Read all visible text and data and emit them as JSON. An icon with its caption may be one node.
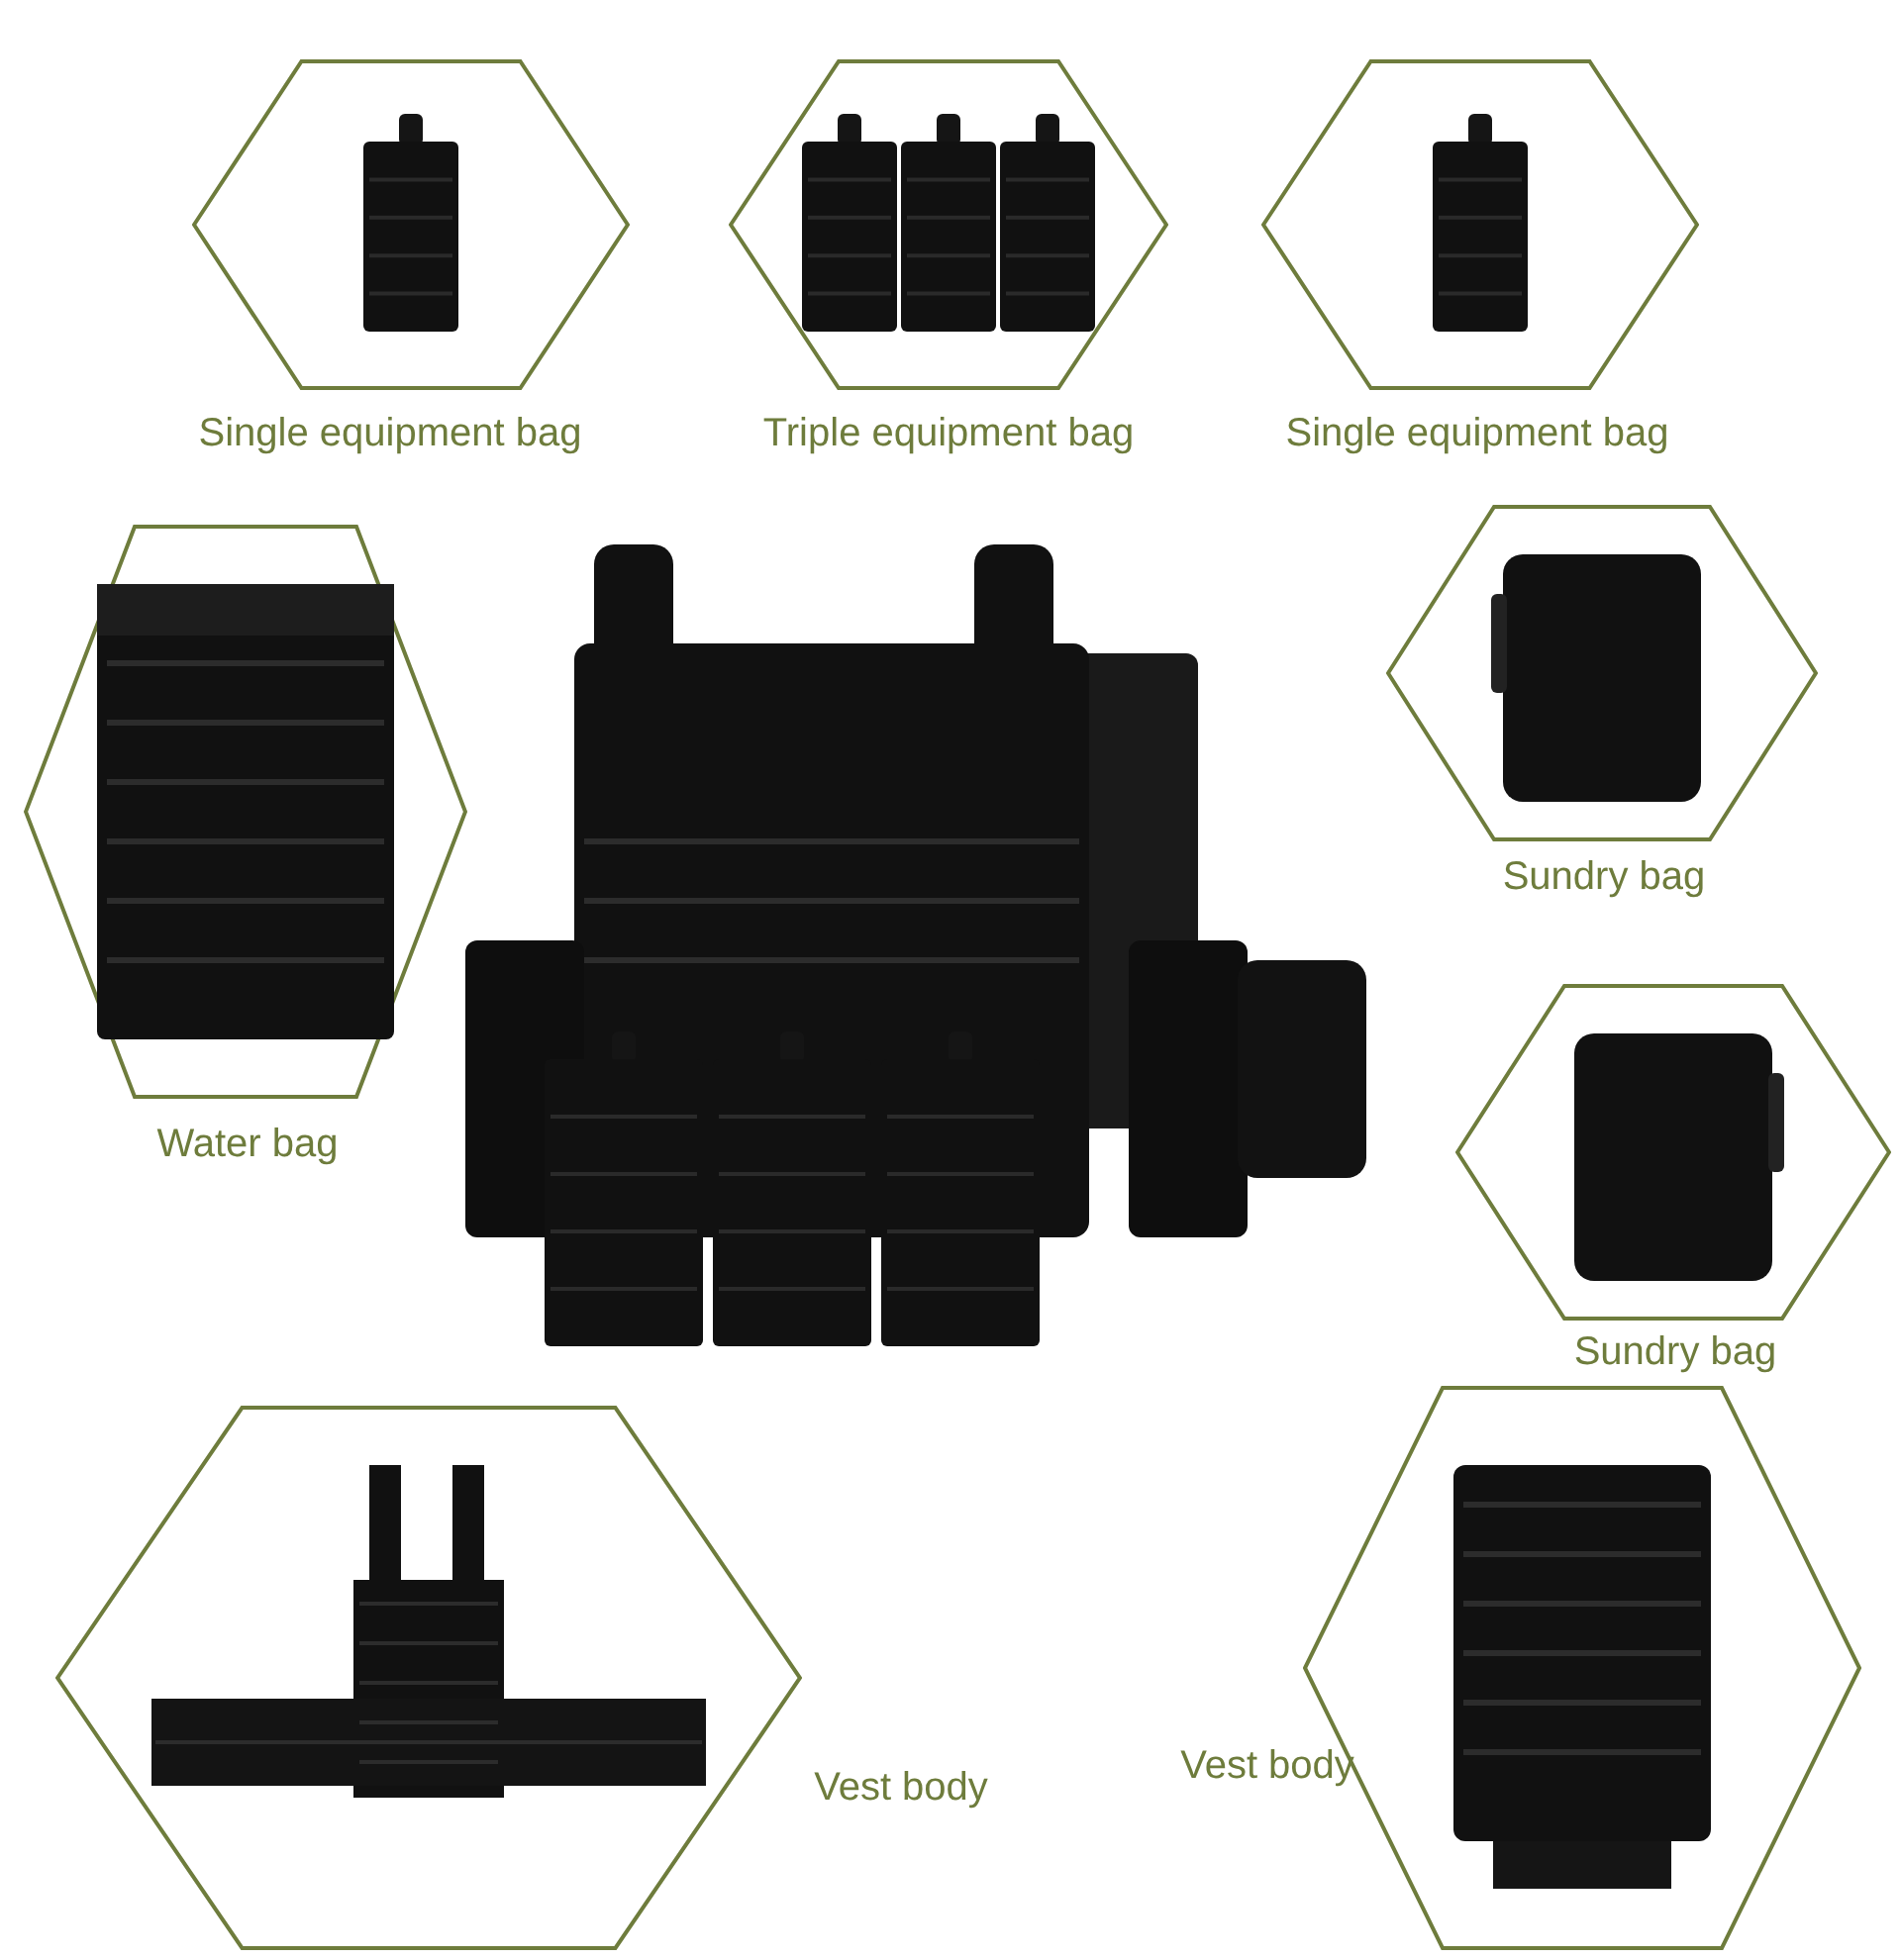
{
  "diagram": {
    "nodes": [
      {
        "text": [
          "Single equipment bag"
        ]
      },
      {
        "text": [
          "Triple equipment bag"
        ]
      },
      {
        "text": [
          "Single equipment bag"
        ]
      },
      {
        "text": [
          "Water bag"
        ]
      },
      {
        "text": [
          "Sundry bag"
        ]
      },
      {
        "text": [
          "Sundry bag"
        ]
      },
      {
        "text": [
          "Vest body"
        ]
      },
      {
        "text": [
          "Vest body"
        ]
      }
    ]
  }
}
